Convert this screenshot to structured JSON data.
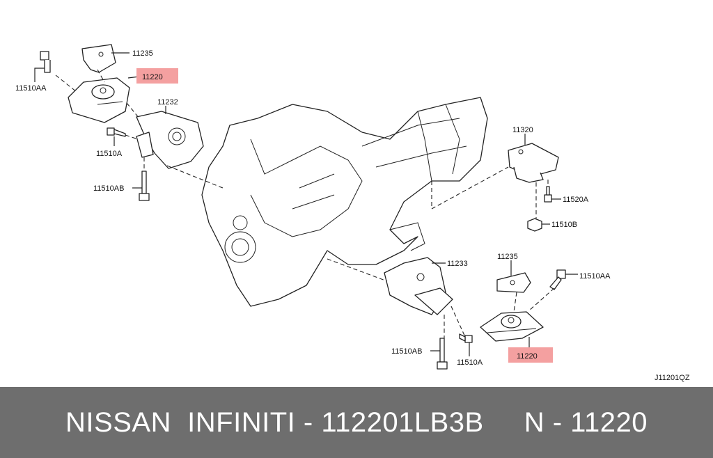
{
  "diagram": {
    "callouts": {
      "top_plate": "11235",
      "top_mount": "11220",
      "top_bolt_upper": "11510AA",
      "left_bracket": "11232",
      "left_bolt_a": "11510A",
      "left_bolt_ab": "11510AB",
      "rear_mount": "11320",
      "rear_bolt_a": "11520A",
      "rear_bolt_b": "11510B",
      "right_bracket": "11233",
      "bottom_plate": "11235",
      "bottom_bolt_aa": "11510AA",
      "bottom_bolt_ab": "11510AB",
      "bottom_bolt_a": "11510A",
      "bottom_mount": "11220"
    },
    "code": "J11201QZ",
    "highlight_color": "#f4a0a0"
  },
  "footer": {
    "text": "NISSAN  INFINITI - 112201LB3B     N - 11220",
    "background": "#6e6e6e"
  }
}
